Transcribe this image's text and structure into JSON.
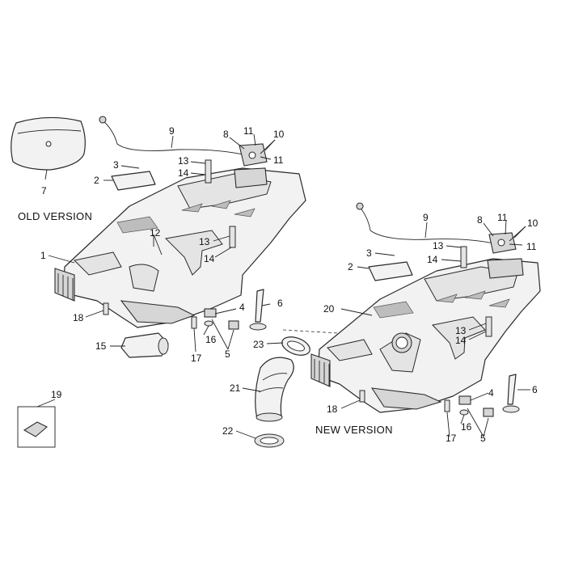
{
  "labels": {
    "old_version": "OLD  VERSION",
    "new_version": "NEW VERSION"
  },
  "callouts": {
    "old": {
      "n7": "7",
      "n9": "9",
      "n8": "8",
      "n11a": "11",
      "n10": "10",
      "n11b": "11",
      "n3": "3",
      "n13a": "13",
      "n2": "2",
      "n14a": "14",
      "n12": "12",
      "n13b": "13",
      "n14b": "14",
      "n1": "1",
      "n18": "18",
      "n4": "4",
      "n6": "6",
      "n16": "16",
      "n5": "5",
      "n15": "15",
      "n17": "17"
    },
    "middle": {
      "n23": "23",
      "n21": "21",
      "n22": "22",
      "n19": "19"
    },
    "new": {
      "n9": "9",
      "n8": "8",
      "n11a": "11",
      "n10": "10",
      "n11b": "11",
      "n13a": "13",
      "n3": "3",
      "n14a": "14",
      "n2": "2",
      "n20": "20",
      "n13b": "13",
      "n14b": "14",
      "n18": "18",
      "n4": "4",
      "n6": "6",
      "n16": "16",
      "n17": "17",
      "n5": "5"
    }
  }
}
